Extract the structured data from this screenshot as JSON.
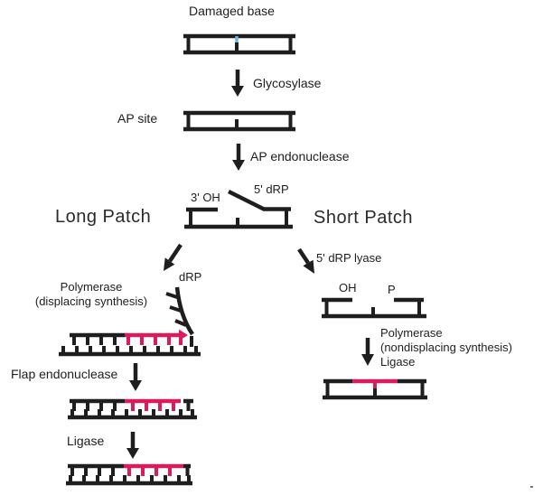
{
  "title": "Base excision repair pathway diagram",
  "colors": {
    "ink": "#1e1e1e",
    "accent_red": "#da1b5c",
    "damaged_base_blue": "#6fb3e0",
    "background": "#ffffff"
  },
  "labels": {
    "damaged_base": "Damaged base",
    "glycosylase": "Glycosylase",
    "ap_site": "AP site",
    "ap_endonuclease": "AP endonuclease",
    "three_prime_oh": "3' OH",
    "five_prime_drp": "5' dRP",
    "long_patch": "Long Patch",
    "short_patch": "Short Patch",
    "five_prime_drp_lyase": "5' dRP lyase",
    "drp_flap": "dRP",
    "polymerase_displacing_line1": "Polymerase",
    "polymerase_displacing_line2": "(displacing synthesis)",
    "oh": "OH",
    "p": "P",
    "flap_endonuclease": "Flap endonuclease",
    "polymerase_nondisplacing_line1": "Polymerase",
    "polymerase_nondisplacing_line2": "(nondisplacing synthesis)",
    "polymerase_nondisplacing_line3": "Ligase",
    "ligase": "Ligase"
  }
}
